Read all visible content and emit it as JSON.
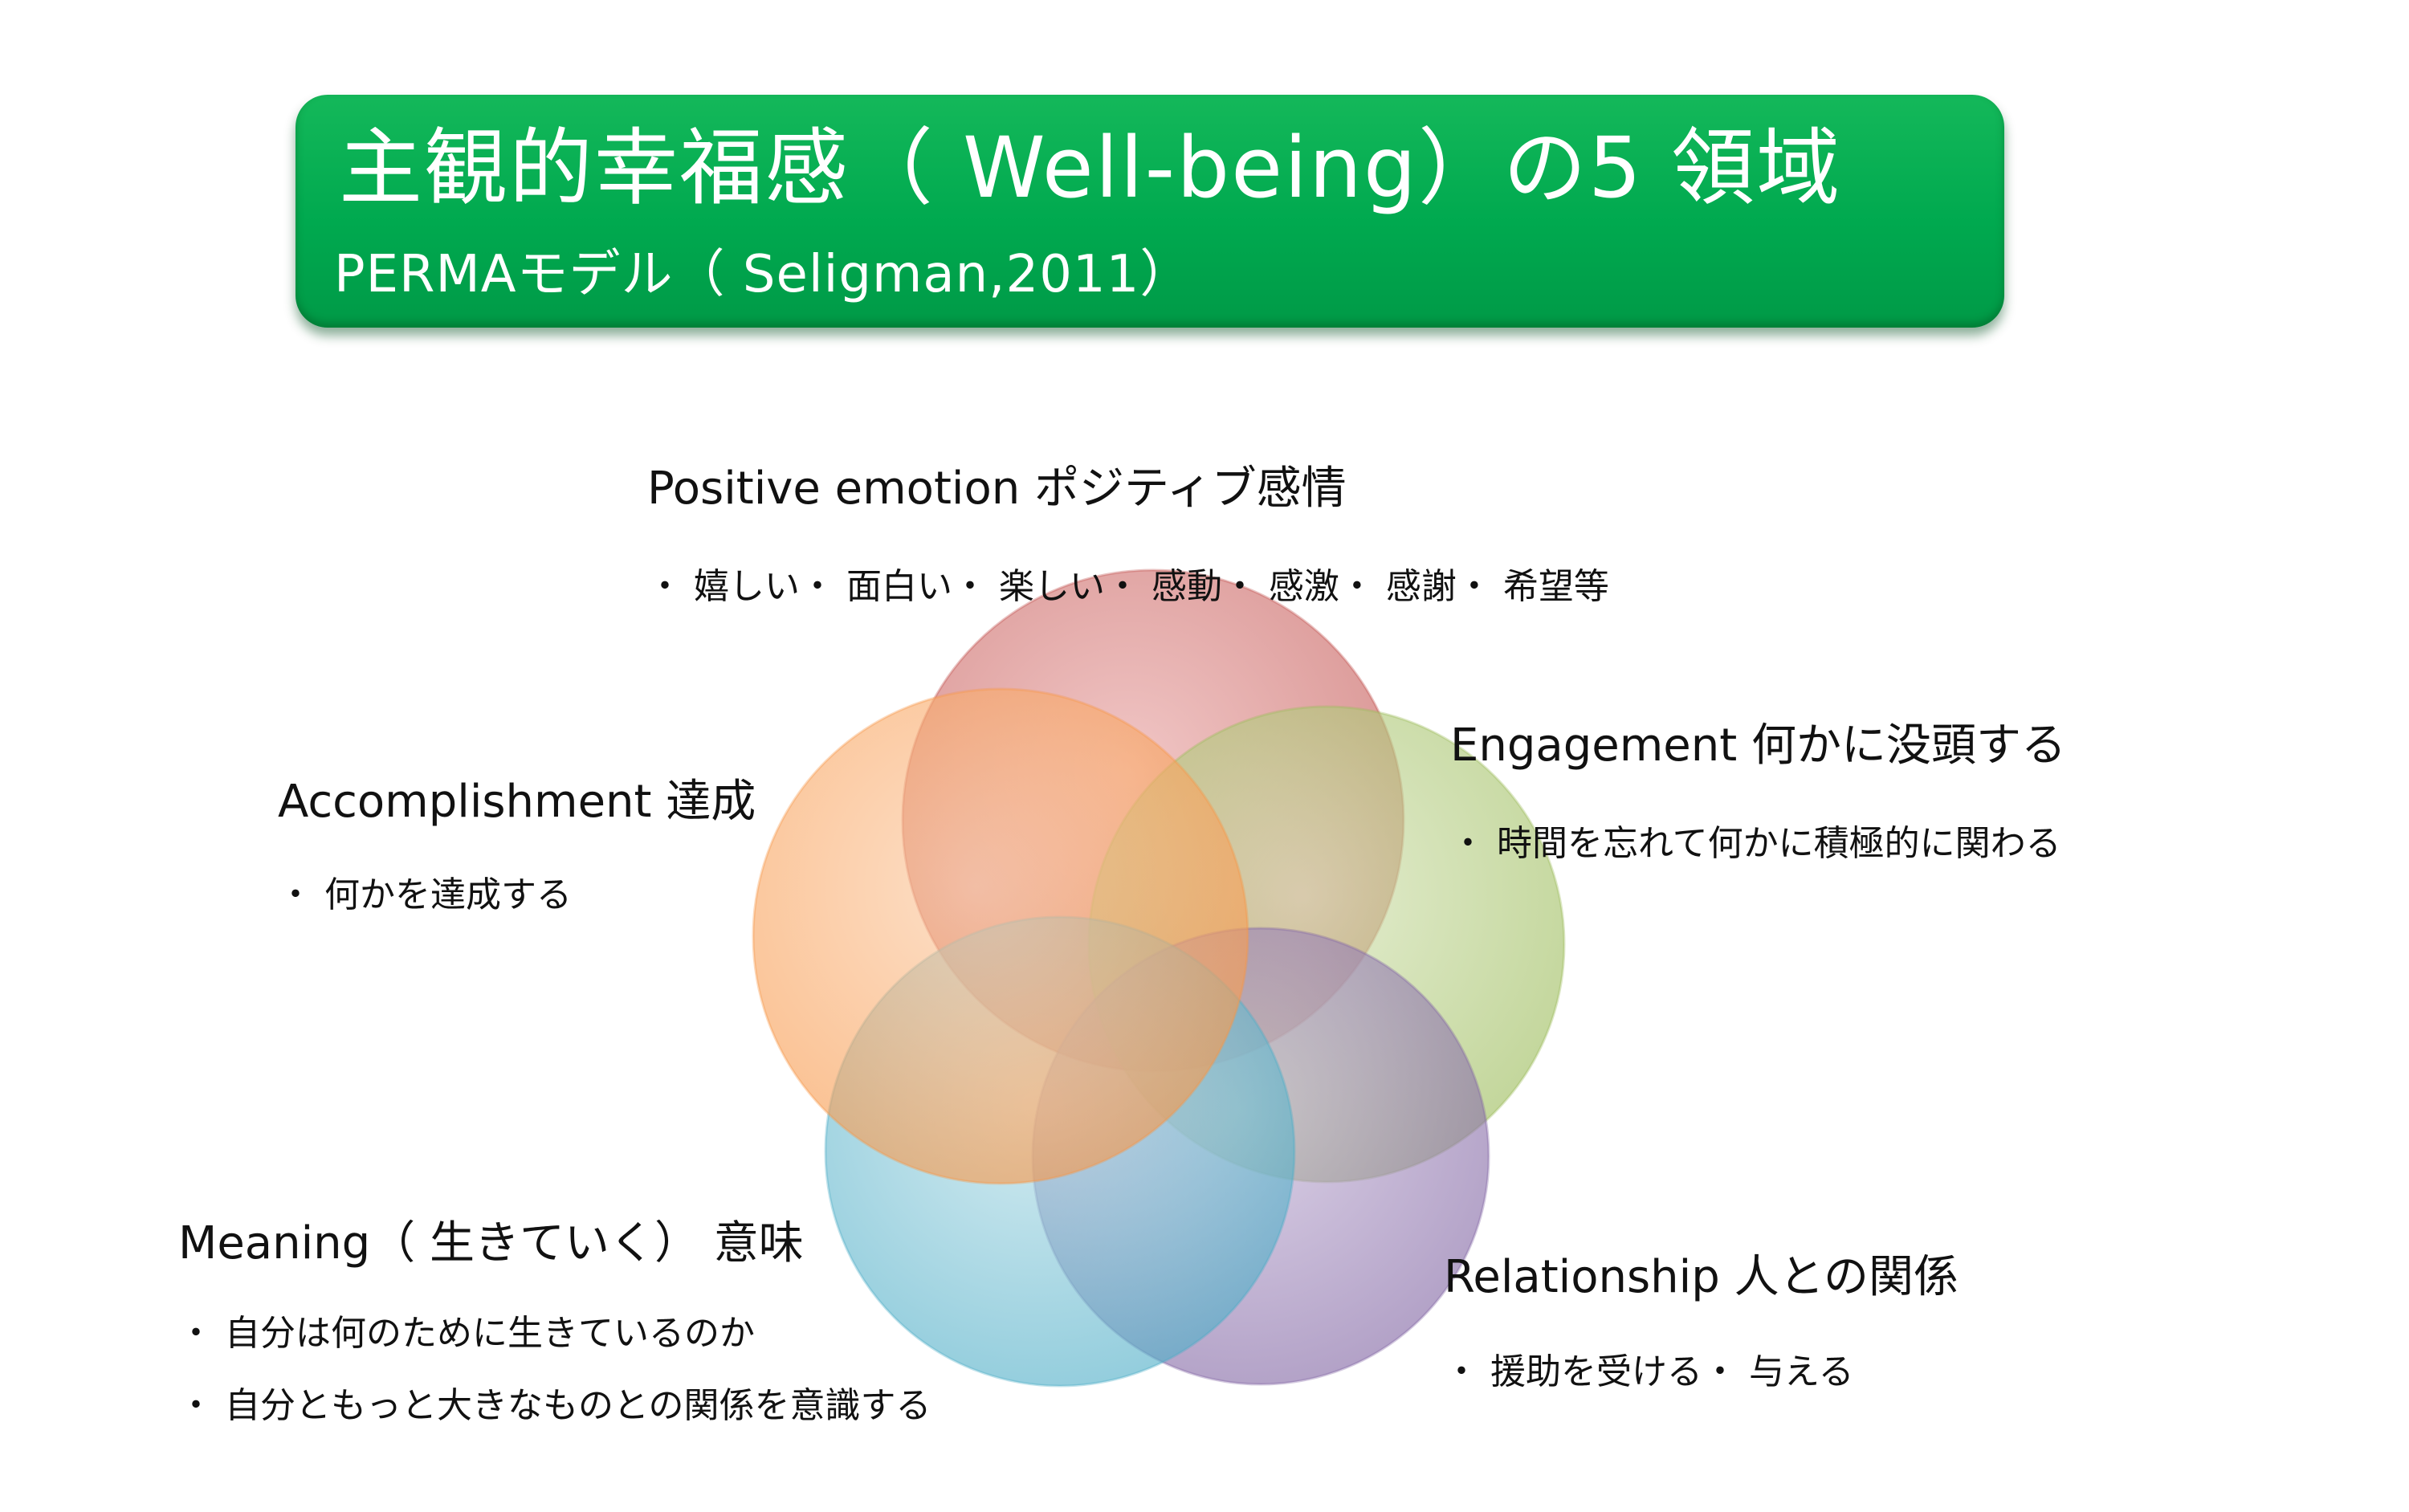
{
  "header": {
    "title": "主観的幸福感（ Well-being）の5 領域",
    "subtitle": "PERMAモデル（ Seligman,2011）"
  },
  "elements": {
    "positive_emotion": {
      "heading": "Positive emotion ポジティブ感情",
      "bullets": [
        "・ 嬉しい・ 面白い・ 楽しい・ 感動・ 感激・ 感謝・ 希望等"
      ],
      "color": "#c0504d"
    },
    "engagement": {
      "heading": "Engagement 何かに没頭する",
      "bullets": [
        "・ 時間を忘れて何かに積極的に関わる"
      ],
      "color": "#9bbb59"
    },
    "relationship": {
      "heading": "Relationship 人との関係",
      "bullets": [
        "・ 援助を受ける・ 与える"
      ],
      "color": "#8064a2"
    },
    "meaning": {
      "heading": "Meaning（ 生きていく） 意味",
      "bullets": [
        "・ 自分は何のために生きているのか",
        "・ 自分ともっと大きなものとの関係を意識する"
      ],
      "color": "#4bacc6"
    },
    "accomplishment": {
      "heading": "Accomplishment 達成",
      "bullets": [
        "・ 何かを達成する"
      ],
      "color": "#f79646"
    }
  }
}
